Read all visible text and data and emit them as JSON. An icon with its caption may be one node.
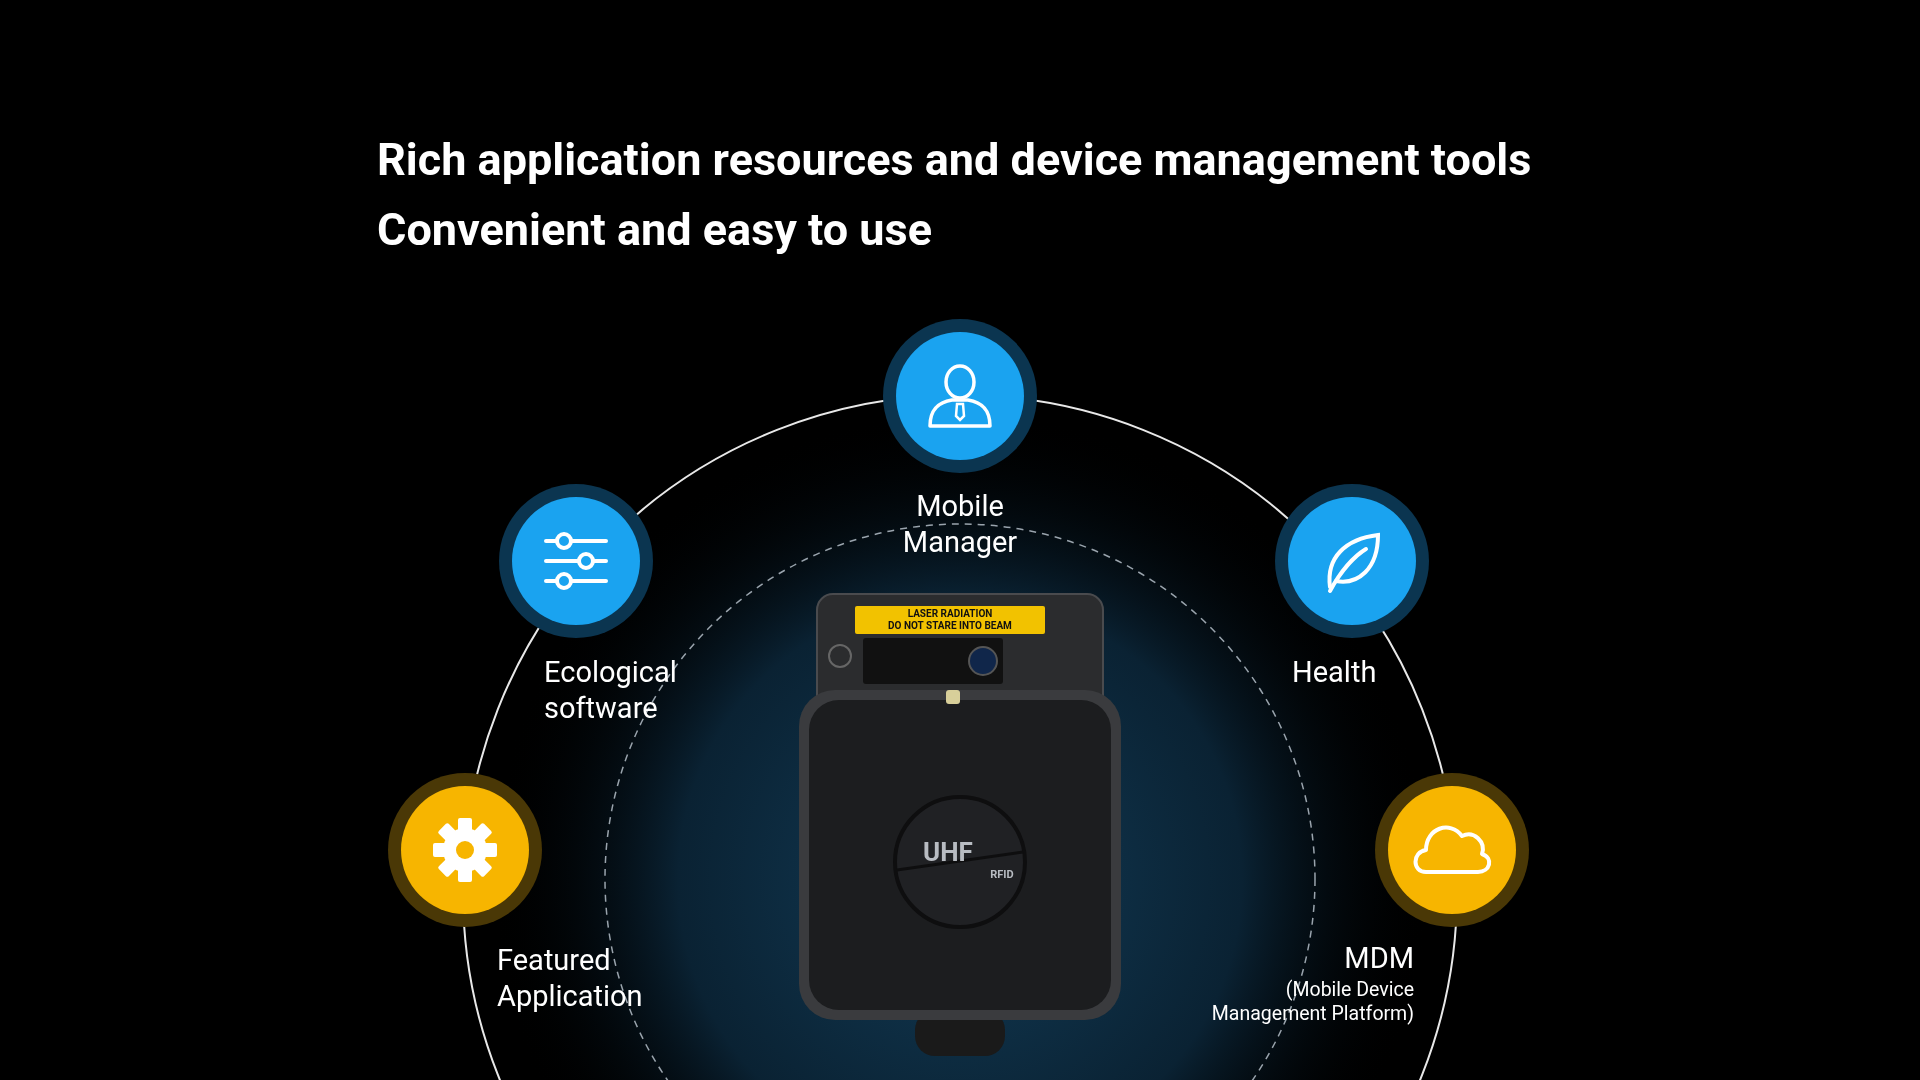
{
  "diagram": {
    "title": "Rich application resources and device management tools Convenient and easy to use",
    "nodes": [
      {
        "text": [
          "Mobile Manager"
        ]
      },
      {
        "text": [
          "Ecological software"
        ]
      },
      {
        "text": [
          "Health"
        ]
      },
      {
        "text": [
          "Featured Application"
        ]
      },
      {
        "text": [
          "MDM",
          "(Mobile Device Management Platform)"
        ]
      }
    ],
    "edges": [],
    "labels": [
      "LASER RADIATION",
      "DO NOT STARE INTO BEAM",
      "UHF",
      "RFID"
    ]
  }
}
